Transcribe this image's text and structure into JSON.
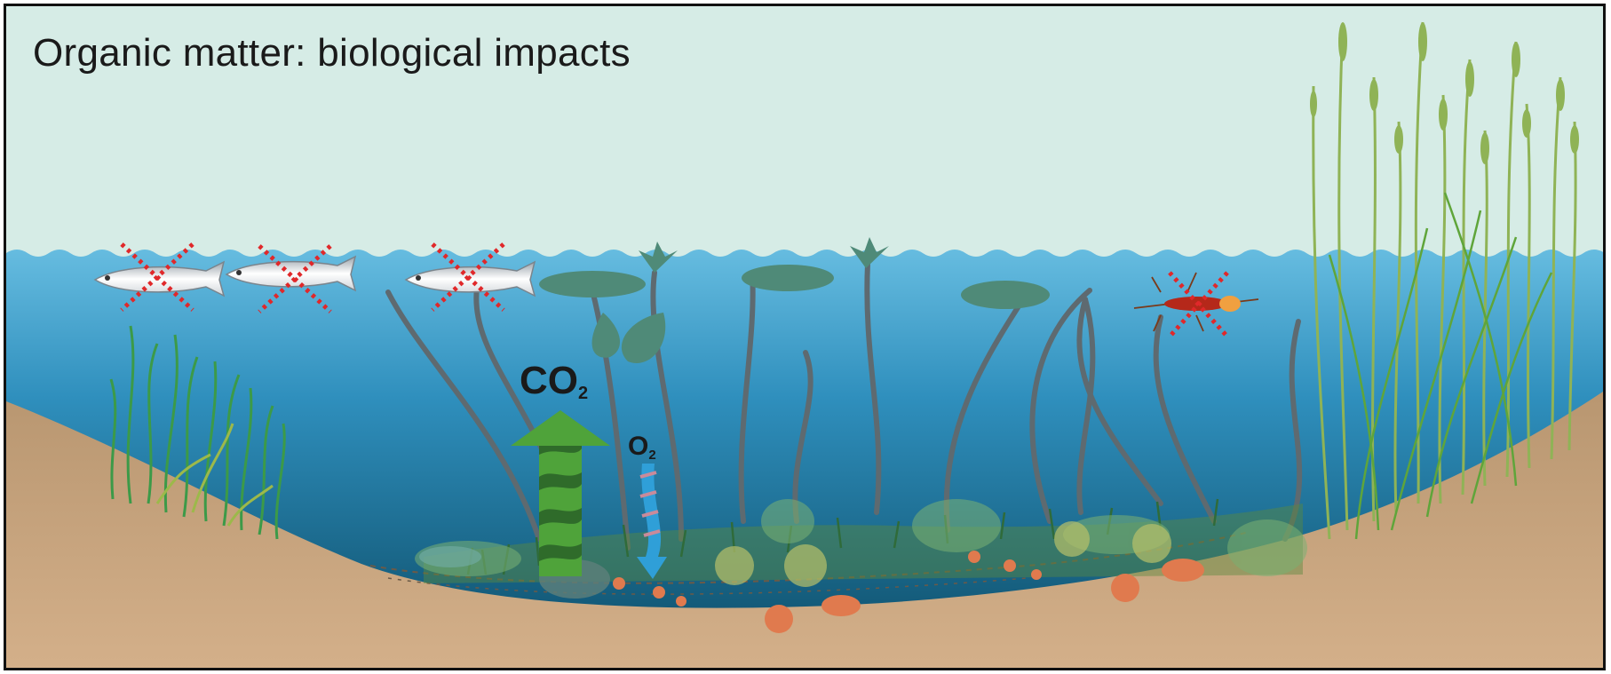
{
  "title": "Organic matter: biological impacts",
  "labels": {
    "co2_main": "CO",
    "co2_sub": "2",
    "o2_main": "O",
    "o2_sub": "2"
  },
  "colors": {
    "sky": "#d6ece6",
    "water_top": "#5fb6dc",
    "water_bottom": "#0d4f6a",
    "sediment": "#c9a47f",
    "stem": "#5e6a70",
    "lily_pad": "#4f8a78",
    "grass": "#3f9a4a",
    "reed": "#8fb356",
    "co2_arrow": "#4fa33a",
    "o2_arrow": "#2f9fd8",
    "dead_marker": "#e0282a"
  },
  "icons": [
    "fish-icon",
    "insect-icon",
    "x-mark-icon",
    "lily-pad-icon",
    "reed-icon",
    "snail-icon"
  ]
}
